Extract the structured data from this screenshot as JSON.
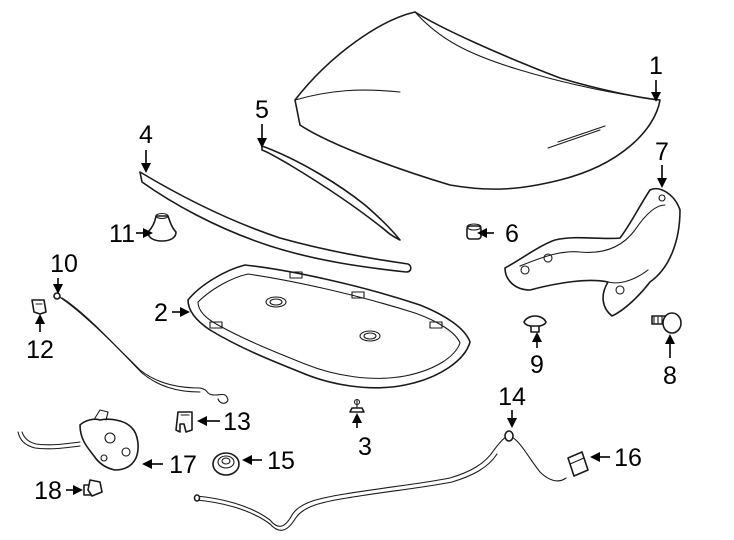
{
  "callouts": [
    {
      "id": "1",
      "label": "1"
    },
    {
      "id": "2",
      "label": "2"
    },
    {
      "id": "3",
      "label": "3"
    },
    {
      "id": "4",
      "label": "4"
    },
    {
      "id": "5",
      "label": "5"
    },
    {
      "id": "6",
      "label": "6"
    },
    {
      "id": "7",
      "label": "7"
    },
    {
      "id": "8",
      "label": "8"
    },
    {
      "id": "9",
      "label": "9"
    },
    {
      "id": "10",
      "label": "10"
    },
    {
      "id": "11",
      "label": "11"
    },
    {
      "id": "12",
      "label": "12"
    },
    {
      "id": "13",
      "label": "13"
    },
    {
      "id": "14",
      "label": "14"
    },
    {
      "id": "15",
      "label": "15"
    },
    {
      "id": "16",
      "label": "16"
    },
    {
      "id": "17",
      "label": "17"
    },
    {
      "id": "18",
      "label": "18"
    }
  ],
  "colors": {
    "line": "#1a1a1a",
    "background": "#ffffff"
  }
}
